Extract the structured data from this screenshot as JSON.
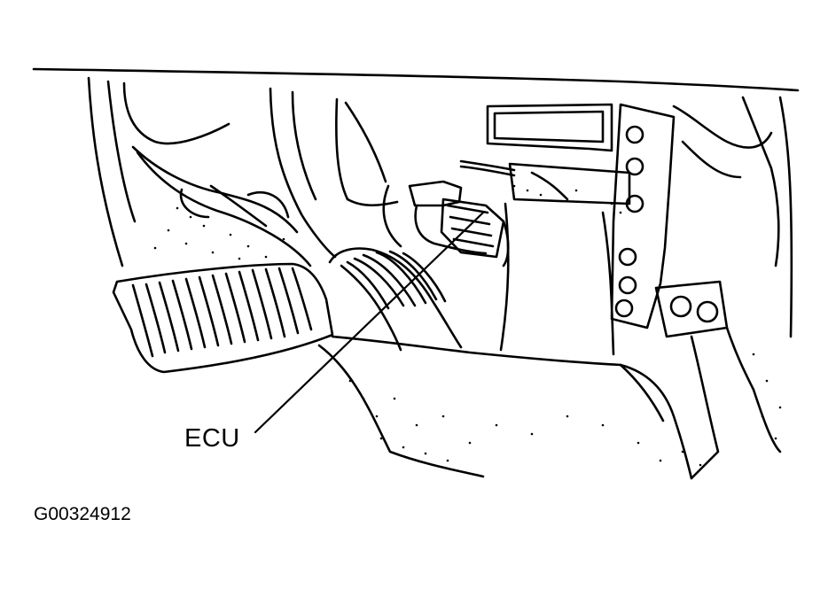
{
  "diagram": {
    "callouts": [
      {
        "id": "ecu",
        "label": "ECU"
      }
    ],
    "figure_id": "G00324912",
    "colors": {
      "ink": "#000000",
      "paper": "#ffffff"
    },
    "icons": [
      "accelerator-pedal",
      "ecu-module",
      "leader-line"
    ]
  }
}
